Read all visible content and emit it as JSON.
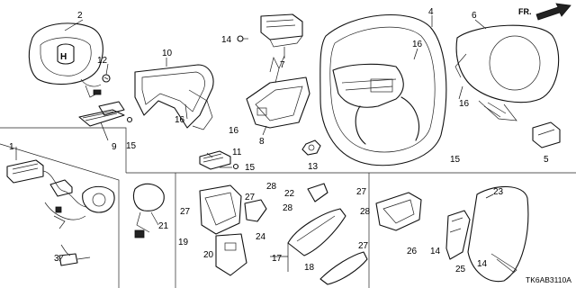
{
  "diagram": {
    "reference_code": "TK6AB3110A",
    "direction_label": "FR.",
    "callouts": {
      "c1": "1",
      "c2": "2",
      "c3": "3",
      "c4": "4",
      "c5": "5",
      "c6": "6",
      "c7": "7",
      "c8": "8",
      "c9": "9",
      "c10": "10",
      "c11": "11",
      "c12": "12",
      "c13": "13",
      "c14a": "14",
      "c14b": "14",
      "c14c": "14",
      "c15a": "15",
      "c15b": "15",
      "c15c": "15",
      "c16a": "16",
      "c16b": "16",
      "c16c": "16",
      "c16d": "16",
      "c17": "17",
      "c18": "18",
      "c19": "19",
      "c20": "20",
      "c21": "21",
      "c22": "22",
      "c23": "23",
      "c24": "24",
      "c25": "25",
      "c26": "26",
      "c27a": "27",
      "c27b": "27",
      "c27c": "27",
      "c27d": "27",
      "c28a": "28",
      "c28b": "28"
    }
  }
}
